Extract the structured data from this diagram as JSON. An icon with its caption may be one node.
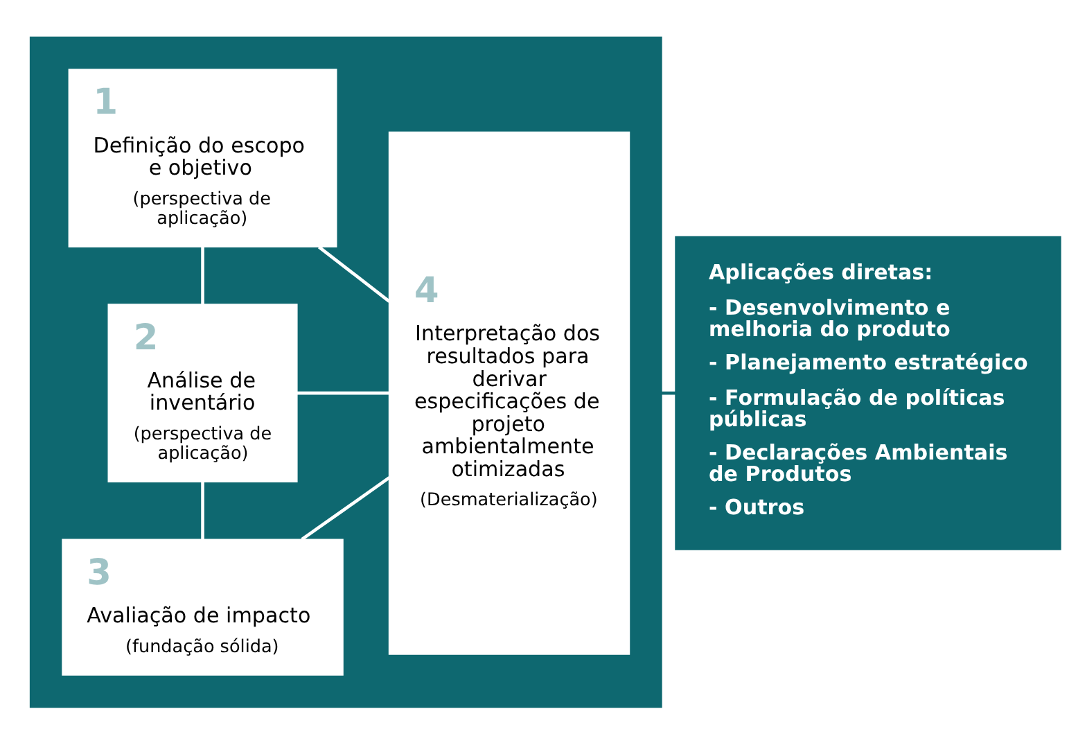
{
  "diagram": {
    "nodes": [
      {
        "text": [],
        "shape": "box"
      },
      {
        "text": [
          "1",
          "Definição do escopo e objetivo",
          "(perspectiva de aplicação)"
        ],
        "in": 0
      },
      {
        "text": [
          "2",
          "Análise de inventário",
          "(perspectiva de aplicação)"
        ],
        "in": 0
      },
      {
        "text": [
          "3",
          "Avaliação de impacto",
          "(fundação sólida)"
        ],
        "in": 0
      },
      {
        "text": [
          "4",
          "Interpretação dos resultados para derivar especificações de projeto ambientalmente otimizadas",
          "(Desmaterialização)"
        ],
        "in": 0
      },
      {
        "text": [
          "Aplicações diretas:",
          "- Desenvolvimento e melhoria do produto",
          "- Planejamento estratégico",
          "- Formulação de políticas públicas",
          "- Declarações Ambientais de Produtos",
          "- Outros"
        ]
      }
    ],
    "edges": [
      {
        "from": 1,
        "to": 2,
        "arrow": "none"
      },
      {
        "from": 2,
        "to": 3,
        "arrow": "none"
      },
      {
        "from": 1,
        "to": 4,
        "arrow": "none"
      },
      {
        "from": 2,
        "to": 4,
        "arrow": "none"
      },
      {
        "from": 3,
        "to": 4,
        "arrow": "none"
      },
      {
        "from": 0,
        "to": 5,
        "arrow": "none",
        "color": "#0e6870"
      }
    ]
  }
}
